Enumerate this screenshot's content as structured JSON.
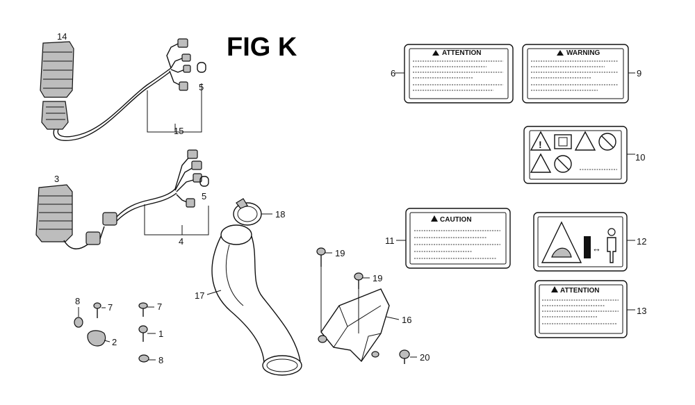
{
  "figure": {
    "title": "FIG K"
  },
  "callouts": {
    "c1": "1",
    "c2": "2",
    "c3": "3",
    "c4": "4",
    "c5a": "5",
    "c5b": "5",
    "c6": "6",
    "c7a": "7",
    "c7b": "7",
    "c8a": "8",
    "c8b": "8",
    "c9": "9",
    "c10": "10",
    "c11": "11",
    "c12": "12",
    "c13": "13",
    "c14": "14",
    "c15": "15",
    "c16": "16",
    "c17": "17",
    "c18": "18",
    "c19a": "19",
    "c19b": "19",
    "c20": "20"
  },
  "labels": {
    "attention_top": "ATTENTION",
    "warning": "WARNING",
    "caution": "CAUTION",
    "attention_bottom": "ATTENTION"
  }
}
